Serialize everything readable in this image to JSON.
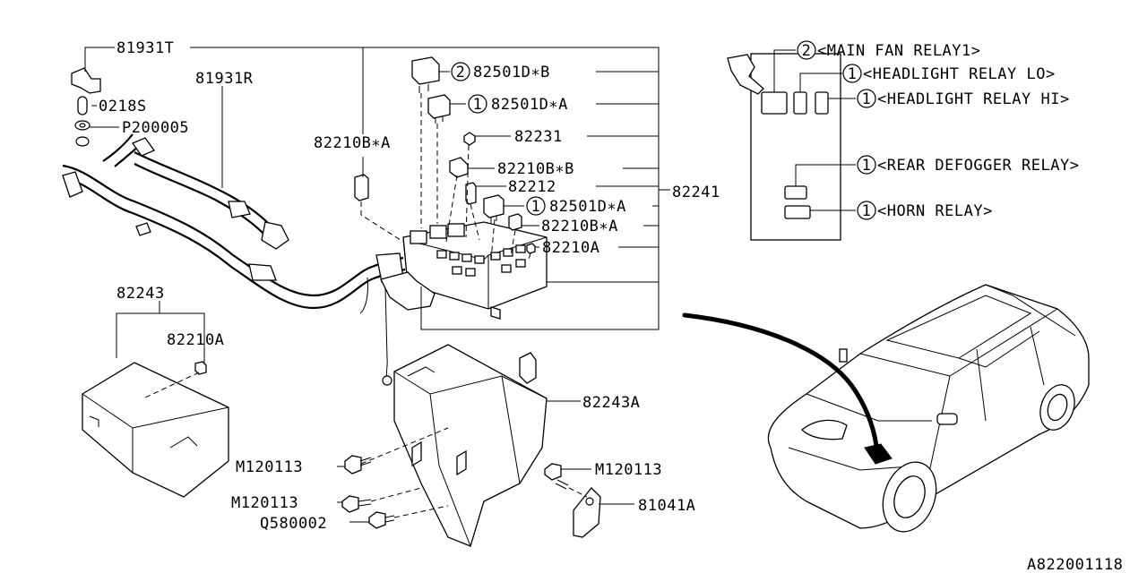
{
  "labels": {
    "p81931T": "81931T",
    "p81931R": "81931R",
    "p0218S": "0218S",
    "pP200005": "P200005",
    "p82210B_A_top": "82210B∗A",
    "p82501D_B": "82501D∗B",
    "p82501D_A_1": "82501D∗A",
    "p82231": "82231",
    "p82210B_B": "82210B∗B",
    "p82212": "82212",
    "p82501D_A_2": "82501D∗A",
    "p82210B_A_mid": "82210B∗A",
    "p82210A_top": "82210A",
    "p82241": "82241",
    "p82243": "82243",
    "p82210A_left": "82210A",
    "p82243A": "82243A",
    "pM120113_a": "M120113",
    "pM120113_b": "M120113",
    "pM120113_c": "M120113",
    "pQ580002": "Q580002",
    "p81041A": "81041A",
    "diagram_id": "A822001118"
  },
  "qty": {
    "q_82501D_B": "2",
    "q_82501D_A_1": "1",
    "q_82501D_A_2": "1",
    "q_main_fan": "2",
    "q_hl_lo": "1",
    "q_hl_hi": "1",
    "q_rear_def": "1",
    "q_horn": "1"
  },
  "relay_legend": {
    "main_fan": "<MAIN FAN RELAY1>",
    "headlight_lo": "<HEADLIGHT RELAY LO>",
    "headlight_hi": "<HEADLIGHT RELAY HI>",
    "rear_defogger": "<REAR DEFOGGER RELAY>",
    "horn": "<HORN RELAY>"
  }
}
